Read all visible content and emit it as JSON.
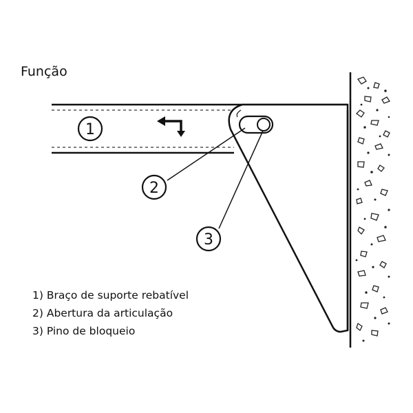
{
  "title": "Função",
  "callouts": {
    "c1": "1",
    "c2": "2",
    "c3": "3"
  },
  "legend": [
    "1) Braço de suporte rebatível",
    "2) Abertura da articulação",
    "3) Pino de bloqueio"
  ],
  "icons": {
    "arrow": "fold-arrow-icon",
    "wall": "concrete-wall-icon"
  }
}
